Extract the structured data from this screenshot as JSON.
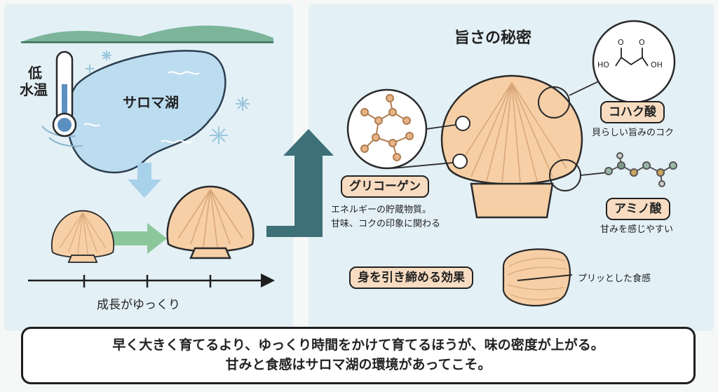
{
  "left": {
    "temp_label_1": "低",
    "temp_label_2": "水温",
    "lake_name": "サロマ湖",
    "axis_label": "成長がゆっくり"
  },
  "right": {
    "title": "旨さの秘密",
    "succinic_acid": {
      "label": "コハク酸",
      "desc": "貝らしい旨みのコク",
      "formula_left": "HO",
      "formula_right": "OH",
      "formula_o1": "O",
      "formula_o2": "O"
    },
    "glycogen": {
      "label": "グリコーゲン",
      "desc_line1": "エネルギーの貯蔵物質。",
      "desc_line2": "甘味、コクの印象に関わる"
    },
    "amino_acid": {
      "label": "アミノ酸",
      "desc": "甘みを感じやすい"
    },
    "texture": {
      "label": "身を引き締める効果",
      "desc": "プリッとした食感"
    }
  },
  "summary": {
    "line1": "早く大きく育てるより、ゆっくり時間をかけて育てるほうが、味の密度が上がる。",
    "line2": "甘みと食感はサロマ湖の環境があってこそ。"
  },
  "colors": {
    "panel_bg": "#e3f0f6",
    "lake": "#bcdcf0",
    "shell": "#f6cfa6",
    "tag_bg": "#f8dcc1",
    "arrow": "#3e7078",
    "green_arrow": "#8cc79b",
    "down_arrow": "#a8d1ea",
    "hill": "#6aaa8a"
  }
}
